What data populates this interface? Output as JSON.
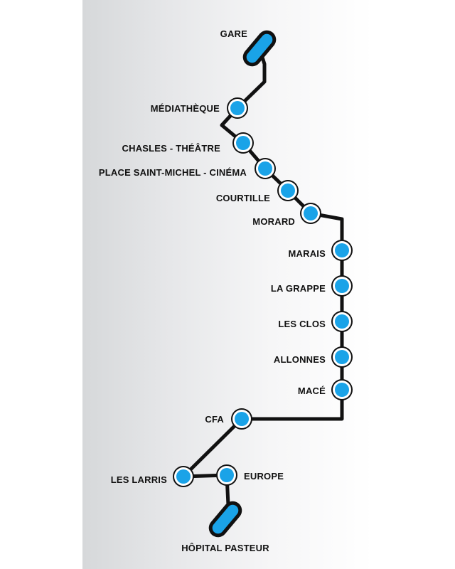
{
  "line": {
    "color": "#111111",
    "station_color": "#1aa3e8",
    "stations": [
      {
        "id": "gare",
        "label": "GARE",
        "terminus": true
      },
      {
        "id": "mediatheque",
        "label": "MÉDIATHÈQUE"
      },
      {
        "id": "chasles-theatre",
        "label": "CHASLES - THÉÂTRE"
      },
      {
        "id": "place-saint-michel-cinema",
        "label": "PLACE SAINT-MICHEL - CINÉMA"
      },
      {
        "id": "courtille",
        "label": "COURTILLE"
      },
      {
        "id": "morard",
        "label": "MORARD"
      },
      {
        "id": "marais",
        "label": "MARAIS"
      },
      {
        "id": "la-grappe",
        "label": "LA GRAPPE"
      },
      {
        "id": "les-clos",
        "label": "LES CLOS"
      },
      {
        "id": "allonnes",
        "label": "ALLONNES"
      },
      {
        "id": "mace",
        "label": "MACÉ"
      },
      {
        "id": "cfa",
        "label": "CFA"
      },
      {
        "id": "les-larris",
        "label": "LES LARRIS"
      },
      {
        "id": "europe",
        "label": "EUROPE"
      },
      {
        "id": "hopital-pasteur",
        "label": "HÔPITAL PASTEUR",
        "terminus": true
      }
    ]
  }
}
